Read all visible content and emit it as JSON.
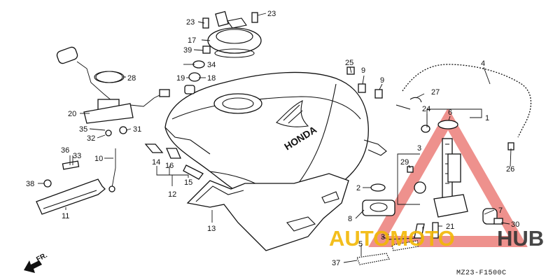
{
  "diagram": {
    "code": "MZ23-F1500C",
    "direction_label": "FR."
  },
  "callouts": [
    {
      "id": "c1",
      "text": "1"
    },
    {
      "id": "c2",
      "text": "2"
    },
    {
      "id": "c3",
      "text": "3"
    },
    {
      "id": "c4",
      "text": "4"
    },
    {
      "id": "c5",
      "text": "5"
    },
    {
      "id": "c6",
      "text": "6"
    },
    {
      "id": "c7",
      "text": "7"
    },
    {
      "id": "c8",
      "text": "8"
    },
    {
      "id": "c9a",
      "text": "9"
    },
    {
      "id": "c9b",
      "text": "9"
    },
    {
      "id": "c10",
      "text": "10"
    },
    {
      "id": "c11",
      "text": "11"
    },
    {
      "id": "c12",
      "text": "12"
    },
    {
      "id": "c13",
      "text": "13"
    },
    {
      "id": "c14",
      "text": "14"
    },
    {
      "id": "c15",
      "text": "15"
    },
    {
      "id": "c16",
      "text": "16"
    },
    {
      "id": "c17",
      "text": "17"
    },
    {
      "id": "c18",
      "text": "18"
    },
    {
      "id": "c19",
      "text": "19"
    },
    {
      "id": "c20",
      "text": "20"
    },
    {
      "id": "c21",
      "text": "21"
    },
    {
      "id": "c23a",
      "text": "23"
    },
    {
      "id": "c23b",
      "text": "23"
    },
    {
      "id": "c24",
      "text": "24"
    },
    {
      "id": "c25",
      "text": "25"
    },
    {
      "id": "c26",
      "text": "26"
    },
    {
      "id": "c27",
      "text": "27"
    },
    {
      "id": "c28",
      "text": "28"
    },
    {
      "id": "c29",
      "text": "29"
    },
    {
      "id": "c30",
      "text": "30"
    },
    {
      "id": "c31",
      "text": "31"
    },
    {
      "id": "c32",
      "text": "32"
    },
    {
      "id": "c33",
      "text": "33"
    },
    {
      "id": "c34",
      "text": "34"
    },
    {
      "id": "c35",
      "text": "35"
    },
    {
      "id": "c36",
      "text": "36"
    },
    {
      "id": "c37a",
      "text": "37"
    },
    {
      "id": "c37b",
      "text": "37"
    },
    {
      "id": "c38",
      "text": "38"
    },
    {
      "id": "c39",
      "text": "39"
    }
  ],
  "watermark": {
    "part1": "AUTOMOTO",
    "part2": "HUB",
    "color_primary": "#f2b705",
    "color_secondary": "#333333",
    "triangle_color": "#e0362f"
  },
  "tank_logo": "HONDA"
}
